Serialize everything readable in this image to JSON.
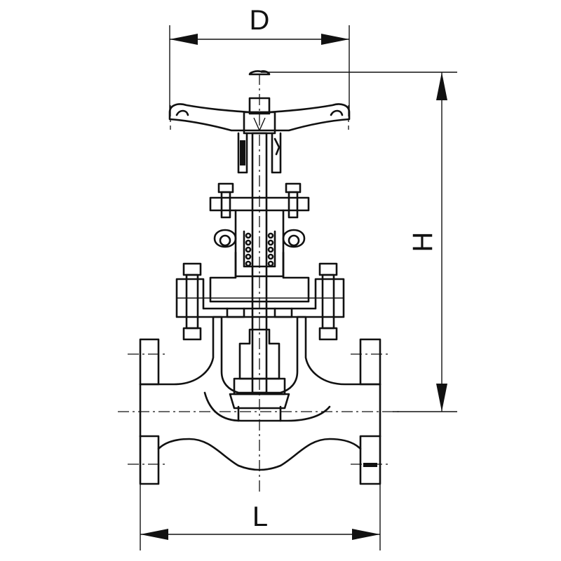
{
  "dimensions": {
    "width_label": "D",
    "height_label": "H",
    "length_label": "L"
  },
  "colors": {
    "line": "#111111",
    "background": "#ffffff"
  }
}
